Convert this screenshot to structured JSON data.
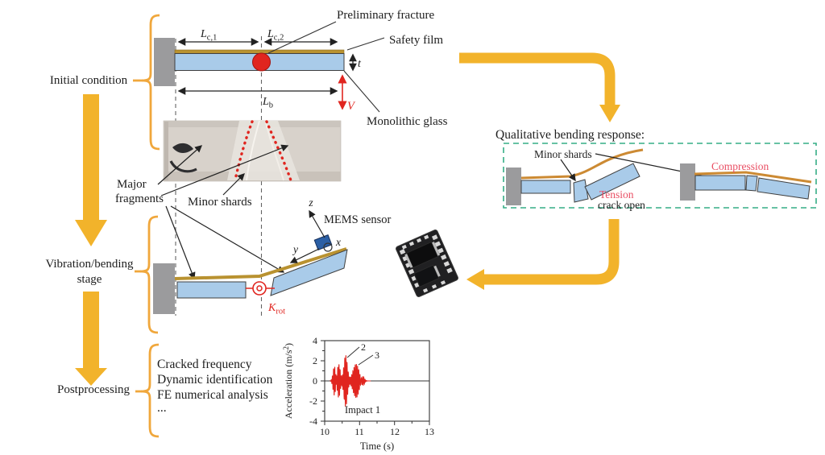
{
  "palette": {
    "flow_arrow_yellow": "#f2b32b",
    "brace_yellow": "#f0a73c",
    "glass_blue": "#a9cbe9",
    "film_gold": "#b99230",
    "film_gold_right": "#cc8a33",
    "highlight_red": "#e0251f",
    "tension_pink": "#e94e63",
    "dashed_box_green": "#35ad85",
    "support_gray": "#9b9b9d"
  },
  "flow": {
    "step1": "Initial condition",
    "step2_line1": "Vibration/bending",
    "step2_line2": "stage",
    "step3": "Postprocessing"
  },
  "initial_diagram": {
    "callout_fracture": "Preliminary fracture",
    "callout_film": "Safety film",
    "callout_glass": "Monolithic glass",
    "dim_lc1_main": "L",
    "dim_lc1_sub": "c,1",
    "dim_lc2_main": "L",
    "dim_lc2_sub": "c,2",
    "dim_lb_main": "L",
    "dim_lb_sub": "b",
    "dim_thickness": "t",
    "dim_velocity": "V"
  },
  "specimen_photo": {
    "label_major_line1": "Major",
    "label_major_line2": "fragments",
    "label_minor": "Minor shards"
  },
  "vibration_diagram": {
    "sensor_label": "MEMS sensor",
    "axis_x": "x",
    "axis_y": "y",
    "axis_z": "z",
    "spring_main": "K",
    "spring_sub": "rot"
  },
  "bending_response": {
    "title": "Qualitative bending response:",
    "label_minor_shards": "Minor shards",
    "label_tension": "Tension",
    "label_crack_open": "crack open",
    "label_compression": "Compression"
  },
  "postprocessing": {
    "items": [
      "Cracked frequency",
      "Dynamic identification",
      "FE numerical analysis",
      "..."
    ]
  },
  "chart_data": {
    "type": "line",
    "title": "",
    "xlabel": "Time (s)",
    "ylabel": "Acceleration (m/s2)",
    "ylabel_pre": "Acceleration (m/s",
    "ylabel_sup": "2",
    "ylabel_post": ")",
    "xlim": [
      10,
      13
    ],
    "ylim": [
      -4,
      4
    ],
    "xtick_labels": [
      "10",
      "11",
      "12",
      "13"
    ],
    "ytick_labels": [
      "4",
      "2",
      "0",
      "-2",
      "-4"
    ],
    "grid": false,
    "legend": false,
    "annotation_impact": "Impact 1",
    "annotation_2": "2",
    "annotation_3": "3",
    "series": [
      {
        "name": "acceleration",
        "color": "#e0251f",
        "osc_freq_hz": 30,
        "bursts": [
          {
            "t": 10.28,
            "w": 0.04,
            "a": 1.5
          },
          {
            "t": 10.4,
            "w": 0.045,
            "a": 1.7
          },
          {
            "t": 10.6,
            "w": 0.05,
            "a": 2.6
          },
          {
            "t": 10.9,
            "w": 0.09,
            "a": 1.7
          },
          {
            "t": 11.08,
            "w": 0.05,
            "a": 0.6
          }
        ]
      }
    ]
  }
}
